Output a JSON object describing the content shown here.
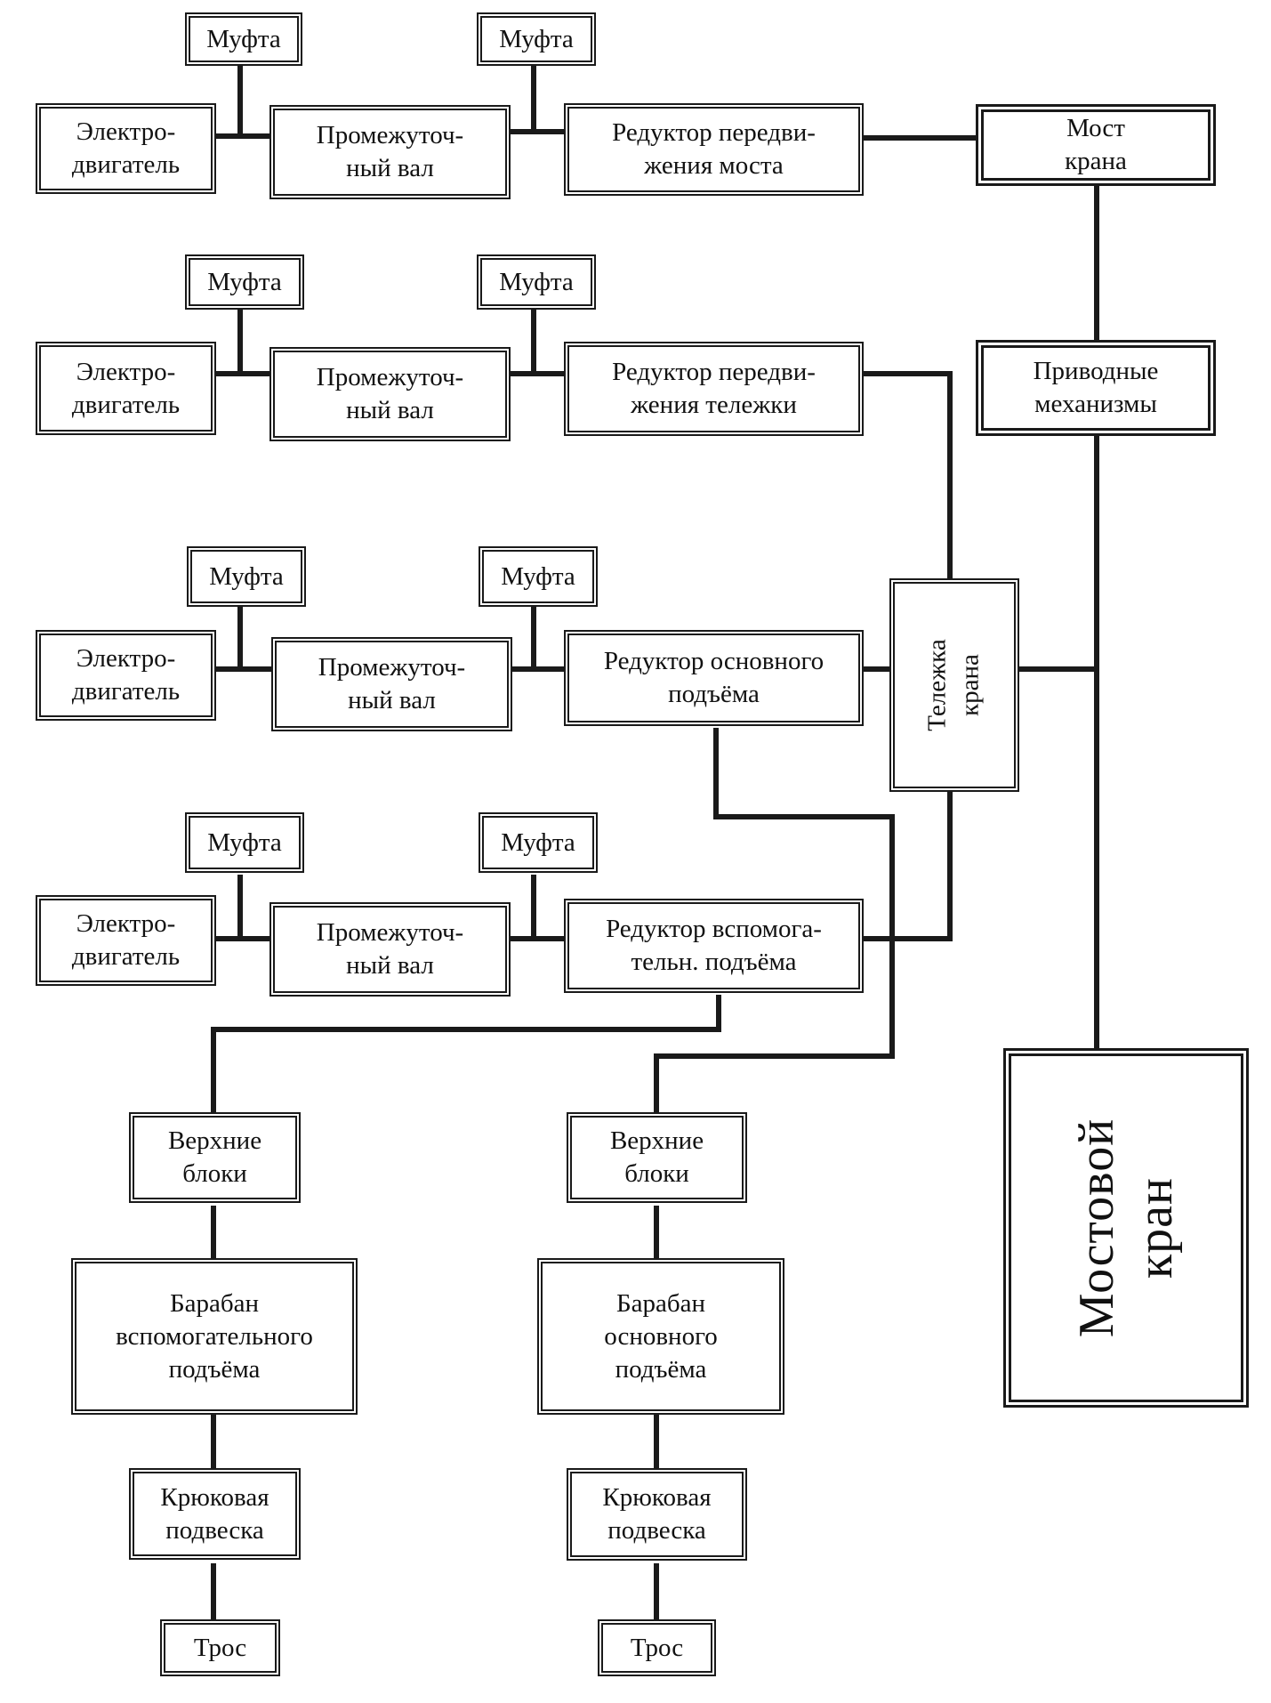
{
  "chains": [
    {
      "motor": "Электро-\nдвигатель",
      "coupling_1": "Муфта",
      "shaft": "Промежуточ-\nный вал",
      "coupling_2": "Муфта",
      "reducer": "Редуктор передви-\nжения моста"
    },
    {
      "motor": "Электро-\nдвигатель",
      "coupling_1": "Муфта",
      "shaft": "Промежуточ-\nный вал",
      "coupling_2": "Муфта",
      "reducer": "Редуктор передви-\nжения тележки"
    },
    {
      "motor": "Электро-\nдвигатель",
      "coupling_1": "Муфта",
      "shaft": "Промежуточ-\nный вал",
      "coupling_2": "Муфта",
      "reducer": "Редуктор основного\nподъёма"
    },
    {
      "motor": "Электро-\nдвигатель",
      "coupling_1": "Муфта",
      "shaft": "Промежуточ-\nный вал",
      "coupling_2": "Муфта",
      "reducer": "Редуктор вспомога-\nтельн. подъёма"
    }
  ],
  "bridge": "Мост\nкрана",
  "drive_mechanisms": "Приводные\nмеханизмы",
  "trolley": "Тележка\nкрана",
  "crane": "Мостовой\nкран",
  "hoists": [
    {
      "upper_blocks": "Верхние\nблоки",
      "drum": "Барабан\nвспомогательного\nподъёма",
      "hook": "Крюковая\nподвеска",
      "rope": "Трос"
    },
    {
      "upper_blocks": "Верхние\nблоки",
      "drum": "Барабан\nосновного\nподъёма",
      "hook": "Крюковая\nподвеска",
      "rope": "Трос"
    }
  ]
}
